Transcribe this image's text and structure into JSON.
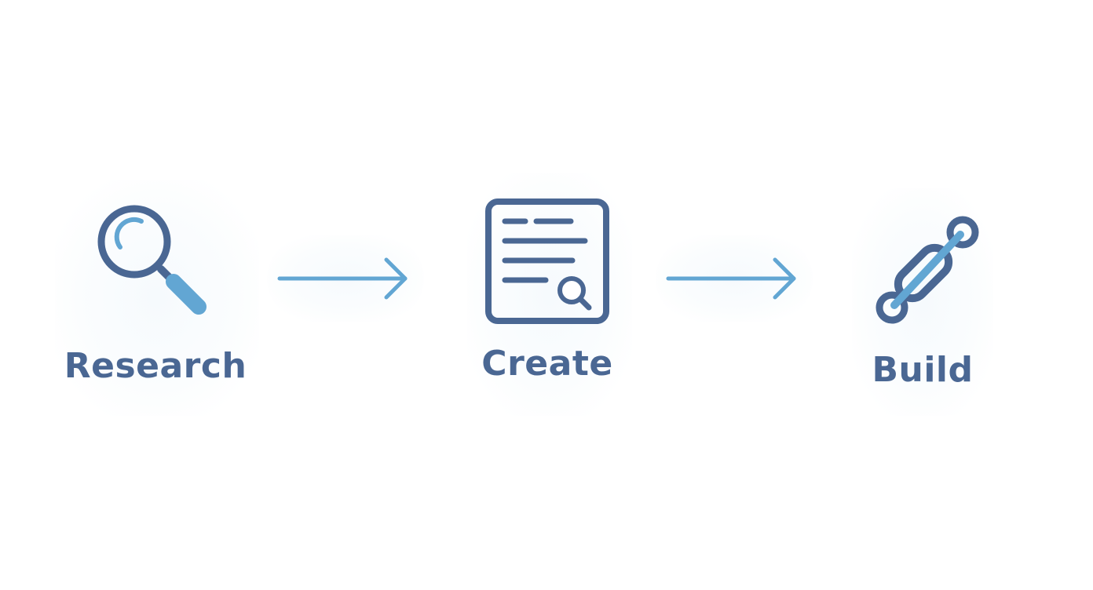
{
  "colors": {
    "primary": "#4a6793",
    "accent": "#62a6d3",
    "background": "#ffffff"
  },
  "steps": [
    {
      "label": "Research",
      "icon": "magnifying-glass-icon"
    },
    {
      "label": "Create",
      "icon": "document-search-icon"
    },
    {
      "label": "Build",
      "icon": "chain-link-icon"
    }
  ],
  "connectors": [
    {
      "from": "Research",
      "to": "Create",
      "icon": "arrow-right-icon"
    },
    {
      "from": "Create",
      "to": "Build",
      "icon": "arrow-right-icon"
    }
  ]
}
